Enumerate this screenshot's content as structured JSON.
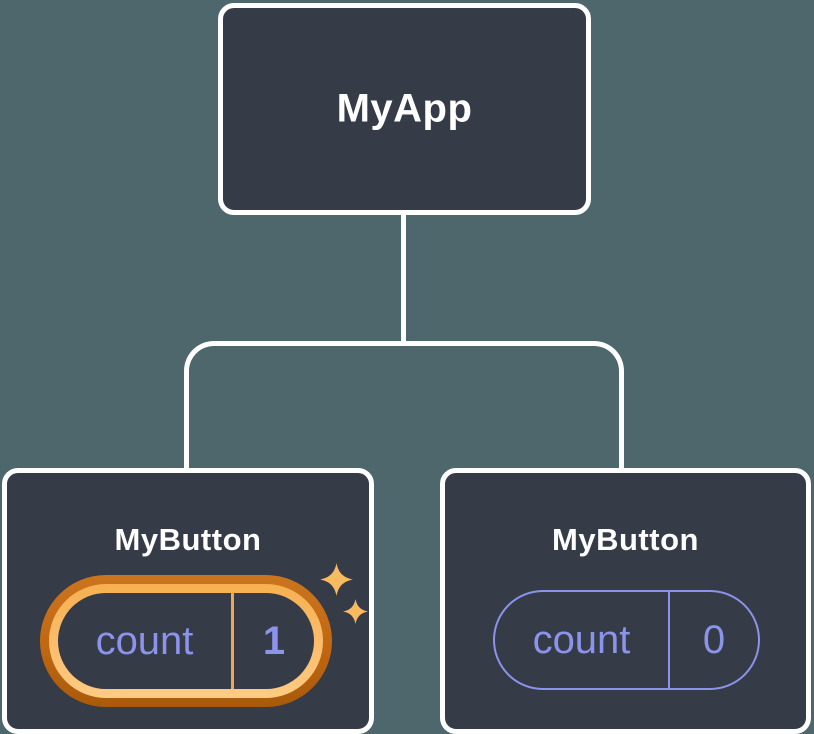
{
  "diagram": {
    "root": {
      "label": "MyApp"
    },
    "children": [
      {
        "label": "MyButton",
        "state": {
          "key": "count",
          "value": "1"
        },
        "highlighted": true
      },
      {
        "label": "MyButton",
        "state": {
          "key": "count",
          "value": "0"
        },
        "highlighted": false
      }
    ],
    "colors": {
      "background": "#4d676d",
      "node_fill": "#353b47",
      "node_border": "#ffffff",
      "state_text": "#8b93ea",
      "highlight_ring_outer": "#b86310",
      "highlight_ring_inner": "#fbbd6d",
      "highlight_divider": "#f0a852",
      "sparkle": "#f8bb62"
    }
  }
}
